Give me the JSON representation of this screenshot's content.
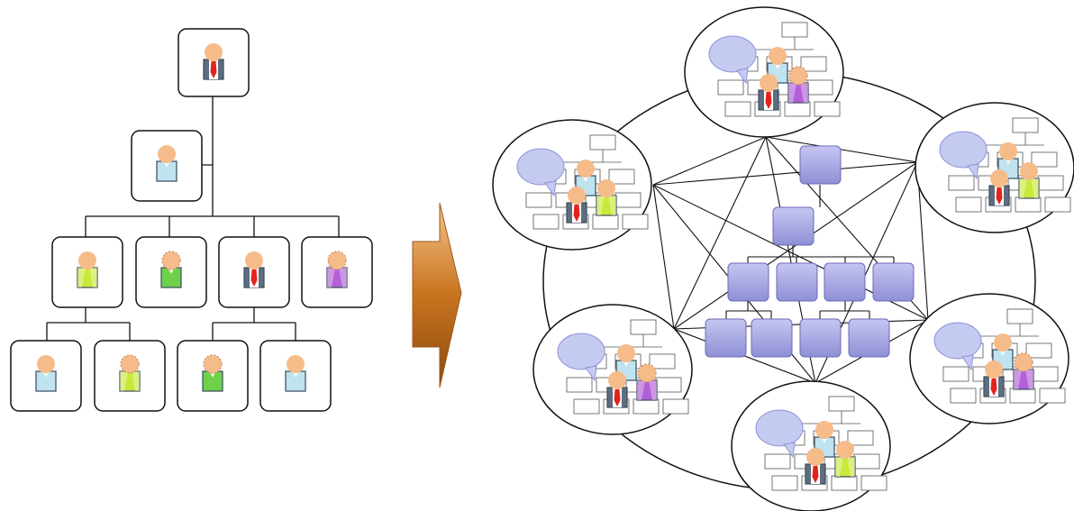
{
  "diagram": {
    "hierarchy": {
      "levels": [
        {
          "people": [
            {
              "shirt": "slate-tie-red"
            }
          ]
        },
        {
          "people": [
            {
              "shirt": "lightblue"
            }
          ]
        },
        {
          "people": [
            {
              "shirt": "lime"
            },
            {
              "shirt": "green-dotted"
            },
            {
              "shirt": "slate-tie-red"
            },
            {
              "shirt": "purple-dotted"
            }
          ]
        },
        {
          "people": [
            {
              "shirt": "lightblue"
            },
            {
              "shirt": "lime-dotted"
            },
            {
              "shirt": "green-dotted"
            },
            {
              "shirt": "lightblue"
            }
          ]
        }
      ]
    },
    "arrow": {
      "direction": "right",
      "color": "#C8741E"
    },
    "network": {
      "ring_nodes": 6,
      "node_contents": "team-cluster-with-speech-bubble-and-mini-org-chart",
      "center": "org-chart-of-squares",
      "center_square_color": "#A7A7E8",
      "links": "fully-connected"
    },
    "colors": {
      "skin": "#F5BC8A",
      "tie": "#E3231B",
      "suit": "#5E6E80",
      "lightblue_shirt": "#BFE3EF",
      "lime_shirt": "#C8E83A",
      "green_shirt": "#6FD14A",
      "purple_shirt": "#B260D8",
      "bubble": "#C5CAF1"
    }
  }
}
